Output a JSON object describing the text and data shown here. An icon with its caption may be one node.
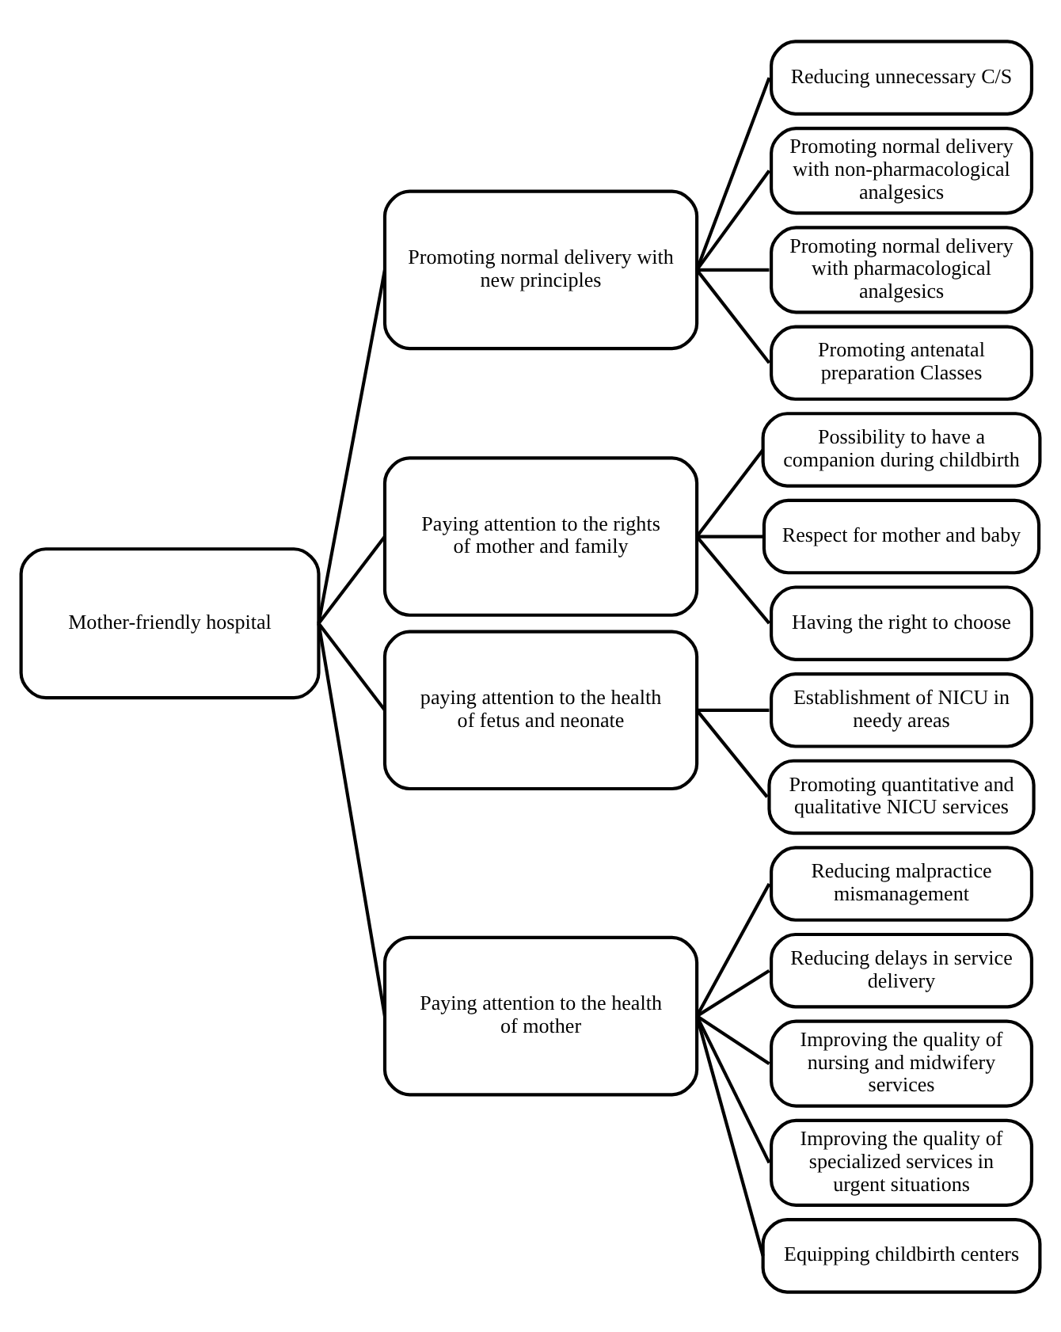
{
  "diagram": {
    "nodes": [
      {
        "text": [
          "Mother-friendly hospital"
        ]
      },
      {
        "text": [
          "Promoting normal delivery with new principles"
        ]
      },
      {
        "text": [
          "Reducing unnecessary C/S"
        ]
      },
      {
        "text": [
          "Promoting normal delivery with non-pharmacological analgesics"
        ]
      },
      {
        "text": [
          "Promoting normal delivery with pharmacological analgesics"
        ]
      },
      {
        "text": [
          "Promoting antenatal preparation Classes"
        ]
      },
      {
        "text": [
          "Paying attention to the rights of mother and family"
        ]
      },
      {
        "text": [
          "Possibility to have a companion during childbirth"
        ]
      },
      {
        "text": [
          "Respect for mother and baby"
        ]
      },
      {
        "text": [
          "Having the right to choose"
        ]
      },
      {
        "text": [
          "paying attention to the health of fetus and neonate"
        ]
      },
      {
        "text": [
          "Establishment of NICU in needy areas"
        ]
      },
      {
        "text": [
          "Promoting quantitative and qualitative NICU services"
        ]
      },
      {
        "text": [
          "Paying attention to the health of mother"
        ]
      },
      {
        "text": [
          "Reducing malpractice mismanagement"
        ]
      },
      {
        "text": [
          "Reducing delays in service delivery"
        ]
      },
      {
        "text": [
          "Improving the quality of nursing and midwifery services"
        ]
      },
      {
        "text": [
          "Improving the quality of specialized services in urgent situations"
        ]
      },
      {
        "text": [
          "Equipping childbirth centers"
        ]
      }
    ],
    "edges": [
      {
        "from": 0,
        "to": 1,
        "arrow": "none"
      },
      {
        "from": 0,
        "to": 6,
        "arrow": "none"
      },
      {
        "from": 0,
        "to": 10,
        "arrow": "none"
      },
      {
        "from": 0,
        "to": 13,
        "arrow": "none"
      },
      {
        "from": 1,
        "to": 2,
        "arrow": "none"
      },
      {
        "from": 1,
        "to": 3,
        "arrow": "none"
      },
      {
        "from": 1,
        "to": 4,
        "arrow": "none"
      },
      {
        "from": 1,
        "to": 5,
        "arrow": "none"
      },
      {
        "from": 6,
        "to": 7,
        "arrow": "none"
      },
      {
        "from": 6,
        "to": 8,
        "arrow": "none"
      },
      {
        "from": 6,
        "to": 9,
        "arrow": "none"
      },
      {
        "from": 10,
        "to": 11,
        "arrow": "none"
      },
      {
        "from": 10,
        "to": 12,
        "arrow": "none"
      },
      {
        "from": 13,
        "to": 14,
        "arrow": "none"
      },
      {
        "from": 13,
        "to": 15,
        "arrow": "none"
      },
      {
        "from": 13,
        "to": 16,
        "arrow": "none"
      },
      {
        "from": 13,
        "to": 17,
        "arrow": "none"
      },
      {
        "from": 13,
        "to": 18,
        "arrow": "none"
      }
    ]
  }
}
